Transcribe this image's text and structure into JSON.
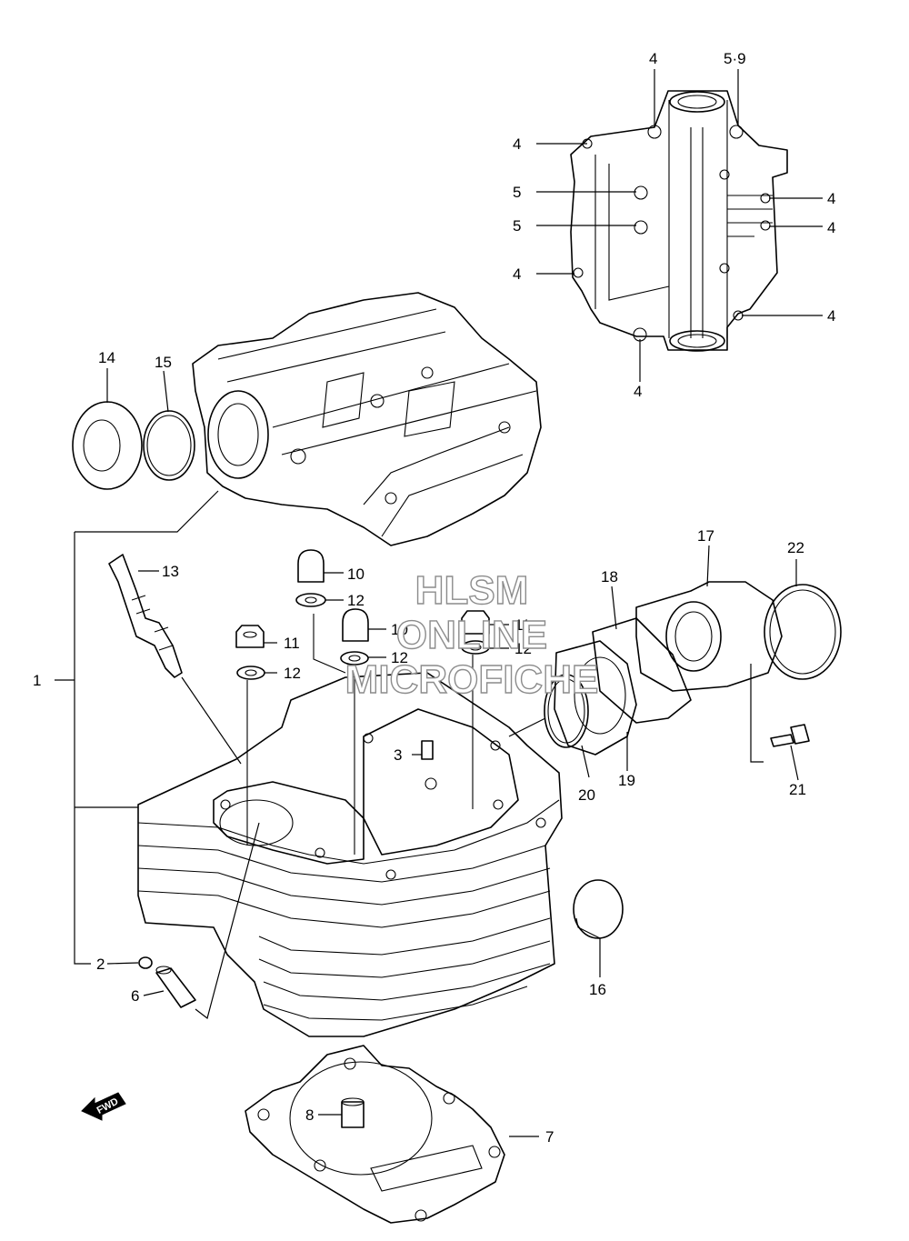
{
  "callouts": [
    {
      "id": "c4a",
      "text": "4"
    },
    {
      "id": "c59",
      "text": "5·9"
    },
    {
      "id": "c4b",
      "text": "4"
    },
    {
      "id": "c5a",
      "text": "5"
    },
    {
      "id": "c4c",
      "text": "4"
    },
    {
      "id": "c5b",
      "text": "5"
    },
    {
      "id": "c4d",
      "text": "4"
    },
    {
      "id": "c4e",
      "text": "4"
    },
    {
      "id": "c4f",
      "text": "4"
    },
    {
      "id": "c4g",
      "text": "4"
    },
    {
      "id": "c14",
      "text": "14"
    },
    {
      "id": "c15",
      "text": "15"
    },
    {
      "id": "c13",
      "text": "13"
    },
    {
      "id": "c10a",
      "text": "10"
    },
    {
      "id": "c12a",
      "text": "12"
    },
    {
      "id": "c10b",
      "text": "10"
    },
    {
      "id": "c12b",
      "text": "12"
    },
    {
      "id": "c11a",
      "text": "11"
    },
    {
      "id": "c12c",
      "text": "12"
    },
    {
      "id": "c11b",
      "text": "11"
    },
    {
      "id": "c12d",
      "text": "12"
    },
    {
      "id": "c1",
      "text": "1"
    },
    {
      "id": "c3",
      "text": "3"
    },
    {
      "id": "c17",
      "text": "17"
    },
    {
      "id": "c18",
      "text": "18"
    },
    {
      "id": "c22",
      "text": "22"
    },
    {
      "id": "c20",
      "text": "20"
    },
    {
      "id": "c19",
      "text": "19"
    },
    {
      "id": "c21",
      "text": "21"
    },
    {
      "id": "c16",
      "text": "16"
    },
    {
      "id": "c2",
      "text": "2"
    },
    {
      "id": "c6",
      "text": "6"
    },
    {
      "id": "c8",
      "text": "8"
    },
    {
      "id": "c7",
      "text": "7"
    }
  ],
  "watermark": {
    "line1": "HLSM",
    "line2": "ONLINE",
    "line3": "MICROFICHE"
  },
  "fwd_label": "FWD",
  "colors": {
    "line": "#000000",
    "background": "#ffffff",
    "watermark": "#8c8c8c"
  }
}
